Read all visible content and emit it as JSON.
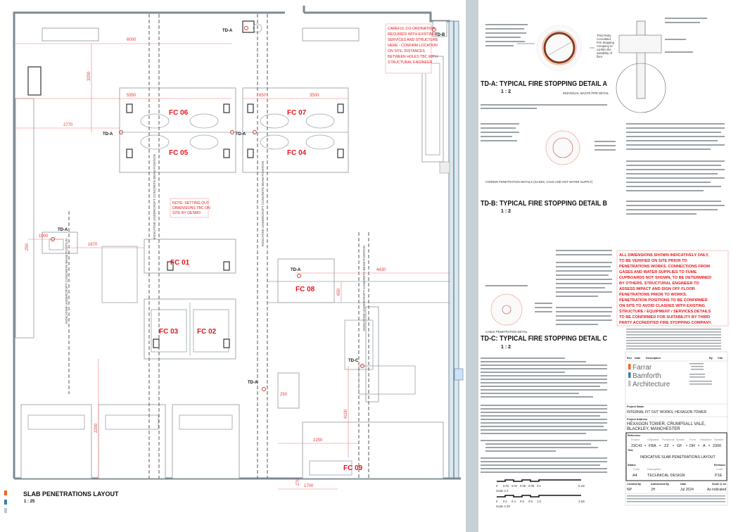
{
  "plan": {
    "title": "SLAB PENETRATIONS LAYOUT",
    "scale": "1 : 25",
    "legend_colors": [
      "#f26522",
      "#3d7ea6",
      "#b9c5cc"
    ],
    "fume_cupboards": [
      "FC 06",
      "FC 07",
      "FC 05",
      "FC 04",
      "FC 01",
      "FC 08",
      "FC 03",
      "FC 02",
      "FC 09"
    ],
    "markers": {
      "td_a": "TD-A",
      "td_b": "TD-B",
      "td_c": "TD-C"
    },
    "dimensions": [
      "6000",
      "3200",
      "5950",
      "650",
      "3500",
      "2770",
      "1000",
      "250",
      "1670",
      "4430",
      "650",
      "2200",
      "2250",
      "4100",
      "250",
      "1700",
      "270"
    ],
    "beam_label": "INDICATIVE UNDERCROFT CONCRETE BEAM POSITION",
    "note_coordination": [
      "CAREFUL CO-ORDINATION",
      "REQUIRED WITH EXISTING",
      "SERVICES AND STRUCTURE",
      "HERE - CONFIRM LOCATION",
      "ON SITE. DISTANCES",
      "BETWEEN HOLES TBC WITH",
      "STRUCTURAL ENGINEER"
    ],
    "note_setting_out": [
      "NOTE: SETTING OUT",
      "DIMENSIONS TBC ON",
      "SITE BY DESMO"
    ]
  },
  "details": {
    "td_a": {
      "title": "TD-A: TYPICAL FIRE STOPPING DETAIL A",
      "scale": "1 : 2",
      "subtitle": "INDIVIDUAL WASTE PIPE DETAIL",
      "callout": [
        "Third Party",
        "Accredited",
        "Fire Stopping",
        "Company to",
        "confirm the",
        "suitability of",
        "floor"
      ]
    },
    "corner_caption": "CORNER PENETRATION DETAILS (GASES, COLD AND HOT WATER SUPPLY)",
    "td_b": {
      "title": "TD-B: TYPICAL FIRE STOPPING DETAIL B",
      "scale": "1 : 2",
      "cable_caption": "CABLE PENETRATION DETAIL"
    },
    "td_c": {
      "title": "TD-C: TYPICAL FIRE STOPPING DETAIL C",
      "scale": "1 : 2"
    },
    "scale_bar_1": {
      "ticks": [
        "0",
        "0.02",
        "0.04",
        "0.06",
        "0.08",
        "0.1",
        "0.2m"
      ],
      "label": "Scale 1:2"
    },
    "scale_bar_2": {
      "ticks": [
        "0",
        "0.2",
        "0.4",
        "0.6",
        "0.8",
        "1.0",
        "2.5m"
      ],
      "label": "Scale 1:25"
    }
  },
  "warning_note": [
    "ALL DIMENSIONS SHOWN INDICATIVELY ONLY,",
    "TO BE VERIFIED ON SITE PRIOR TO",
    "PENETRATIONS WORKS. CONNECTIONS FROM",
    "GASES AND WATER SUPPLIES TO FUME",
    "CUPBOARDS NOT SHOWN, TO BE DETERMINED",
    "BY OTHERS. STRUCTURAL ENGINEER TO",
    "ASSESS IMPACT AND SIGN OFF FLOOR",
    "PENETRATIONS PRIOR TO WORKS.",
    "PENETRATION POSITIONS TO BE CONFIRMED",
    "ON SITE TO AVOID CLASHES WITH EXISTING",
    "STRUCTURE / EQUIPMENT / SERVICES.DETAILS",
    "TO BE CONFIRMED FOR SUITABILITY BY THIRD",
    "PARTY ACCREDITED FIRE STOPPING COMPANY."
  ],
  "title_block": {
    "firm": [
      "Farrar",
      "Bamforth",
      "Architecture"
    ],
    "firm_colors": [
      "#f26522",
      "#3d7ea6",
      "#b9c5cc"
    ],
    "project_name_label": "Project Name",
    "project_name": "INTERNAL FIT OUT WORKS, HEXAGON TOWER",
    "project_address_label": "Project Address",
    "project_address": "HEXAGON TOWER, CRUMPSALL VALE, BLACKLEY, MANCHESTER",
    "reference_label": "Reference",
    "reference": [
      {
        "label": "Project",
        "value": "23C41"
      },
      {
        "label": "Originator",
        "value": "FBA"
      },
      {
        "label": "Functional",
        "value": "ZZ"
      },
      {
        "label": "Spatial",
        "value": "GF"
      },
      {
        "label": "Form",
        "value": "DR"
      },
      {
        "label": "Discipline",
        "value": "A"
      },
      {
        "label": "Number",
        "value": "2300"
      }
    ],
    "title_label": "Title",
    "title": "INDICATIVE SLAB PENETRATIONS LAYOUT",
    "status_label": "Status",
    "status_code_label": "Code",
    "status_code": "A4",
    "status_desc_label": "Description",
    "status_desc": "TECHNICAL DESIGN",
    "revision_label": "Revision",
    "revision_code_label": "Code",
    "revision": "P1E",
    "drawn_by_label": "Created By",
    "drawn_by": "NP",
    "authorised_label": "Authorised By",
    "authorised": "JH",
    "date_label": "Date",
    "date": "Jul 2024",
    "scale_label": "Scale @ A1",
    "scale": "As indicated",
    "rev_header": [
      "Rev",
      "Date",
      "Description",
      "By",
      "Chk"
    ]
  }
}
